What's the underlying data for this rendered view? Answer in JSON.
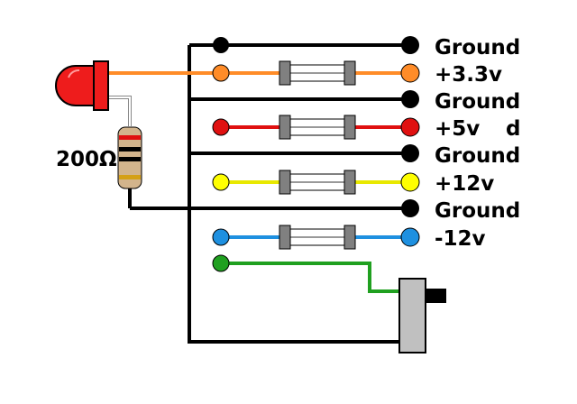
{
  "labels": {
    "ground1": "Ground",
    "v33": "+3.3v",
    "ground2": "Ground",
    "v5": "+5v",
    "v5_extra": "d",
    "ground3": "Ground",
    "v12": "+12v",
    "ground4": "Ground",
    "vneg12": "-12v",
    "resistor": "200Ω"
  },
  "colors": {
    "ground": "#000000",
    "v33": "#ff8c28",
    "v5": "#e01010",
    "v12": "#ffff00",
    "vneg12": "#1e90e0",
    "power_on": "#20a020",
    "led": "#ee1c1c",
    "fuse_body": "#ffffff",
    "fuse_cap": "#808080",
    "switch": "#c0c0c0"
  }
}
